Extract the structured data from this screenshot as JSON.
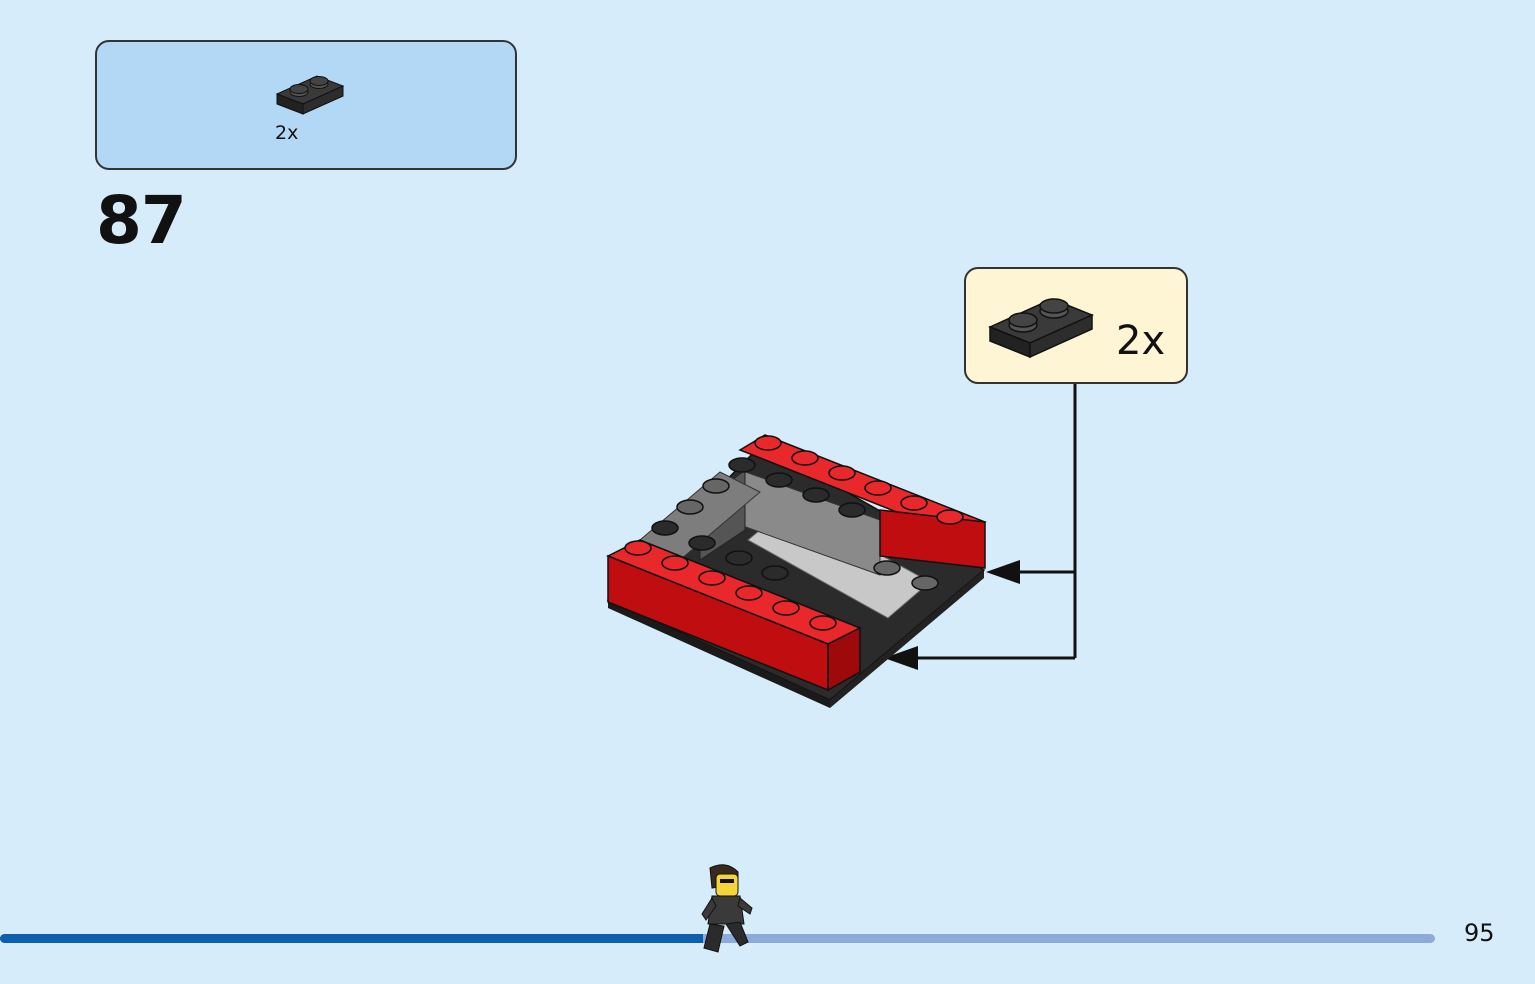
{
  "parts_list": {
    "quantity": "2x",
    "part_icon": "black-plate-1x2-icon"
  },
  "step": {
    "number": "87"
  },
  "callout": {
    "quantity": "2x",
    "part_icon": "black-plate-1x2-icon"
  },
  "progress": {
    "fraction": 0.49
  },
  "page": {
    "number": "95"
  },
  "colors": {
    "background": "#d6ecfb",
    "parts_box": "#b3d8f5",
    "callout_box": "#fdf5d3",
    "brick_red": "#d01012",
    "brick_black": "#2b2b2b",
    "brick_grey": "#9a9a9a",
    "progress_fill": "#0b5fae",
    "progress_track": "#8ea9dc"
  }
}
